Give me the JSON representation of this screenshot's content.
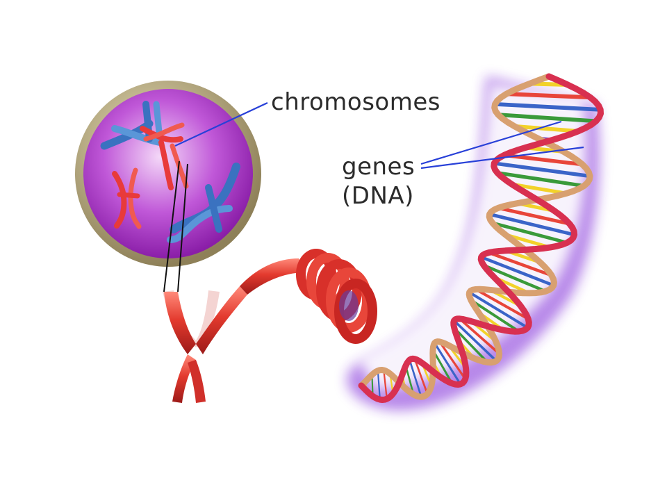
{
  "labels": {
    "chromosomes": "chromosomes",
    "genes": "genes",
    "dna": "(DNA)"
  },
  "colors": {
    "background": "#ffffff",
    "nucleus_fill": "#b040c8",
    "nucleus_rim": "#b8aa78",
    "chromosome_red": "#e83a3a",
    "chromosome_blue": "#4a84c8",
    "glow_purple": "#8a2be2",
    "helix_red": "#d8304a",
    "helix_tan": "#d8a070",
    "leader_line": "#2840d8",
    "label_text": "#2b2b2b"
  },
  "icons": [
    "cell-nucleus",
    "chromosome",
    "coiled-fiber",
    "dna-double-helix"
  ]
}
